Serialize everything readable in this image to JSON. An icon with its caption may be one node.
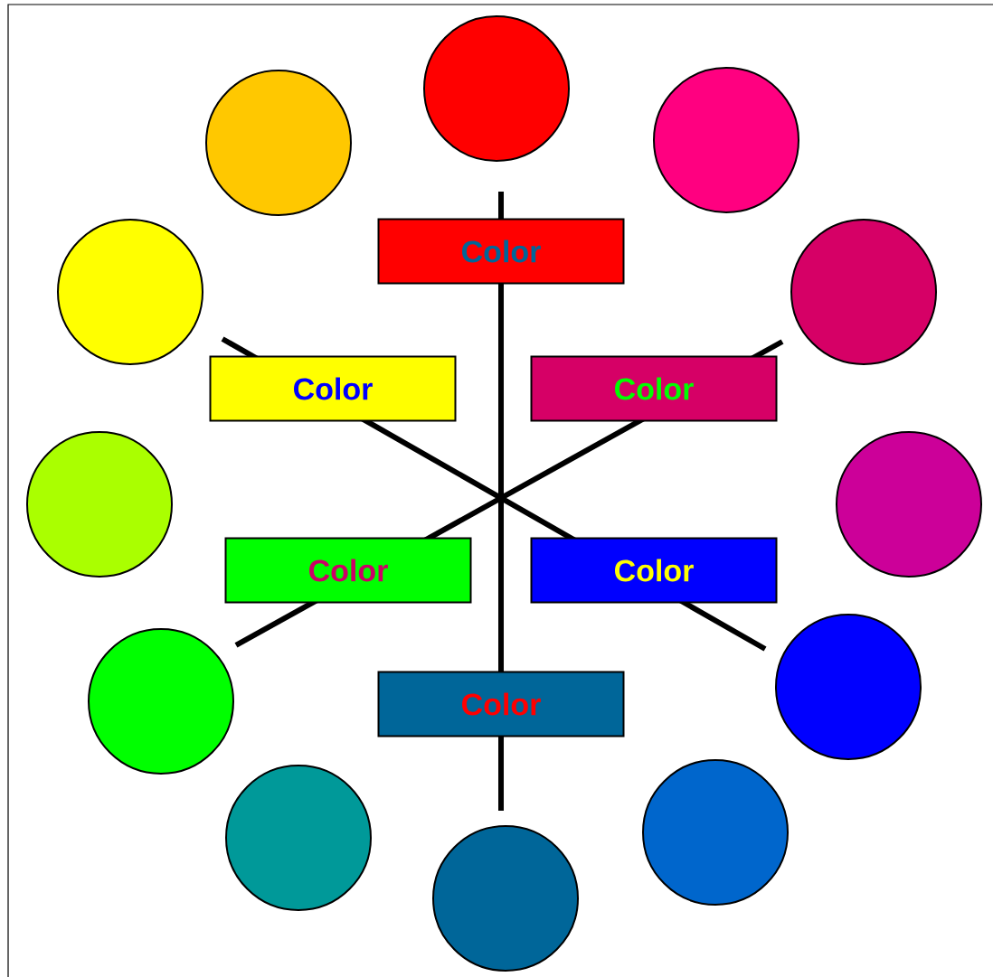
{
  "diagram": {
    "nodes": [
      {
        "text": [],
        "shape": "circle"
      },
      {
        "text": [],
        "shape": "circle"
      },
      {
        "text": [],
        "shape": "circle"
      },
      {
        "text": [
          "Color"
        ]
      },
      {
        "text": [],
        "shape": "circle"
      },
      {
        "text": [],
        "shape": "circle"
      },
      {
        "text": [
          "Color"
        ]
      },
      {
        "text": [
          "Color"
        ]
      },
      {
        "text": [],
        "shape": "circle"
      },
      {
        "text": [],
        "shape": "circle"
      },
      {
        "text": [
          "Color"
        ]
      },
      {
        "text": [
          "Color"
        ]
      },
      {
        "text": [],
        "shape": "circle"
      },
      {
        "text": [],
        "shape": "circle"
      },
      {
        "text": [
          "Color"
        ]
      },
      {
        "text": [],
        "shape": "circle"
      },
      {
        "text": [],
        "shape": "circle"
      },
      {
        "text": [],
        "shape": "circle"
      }
    ]
  }
}
